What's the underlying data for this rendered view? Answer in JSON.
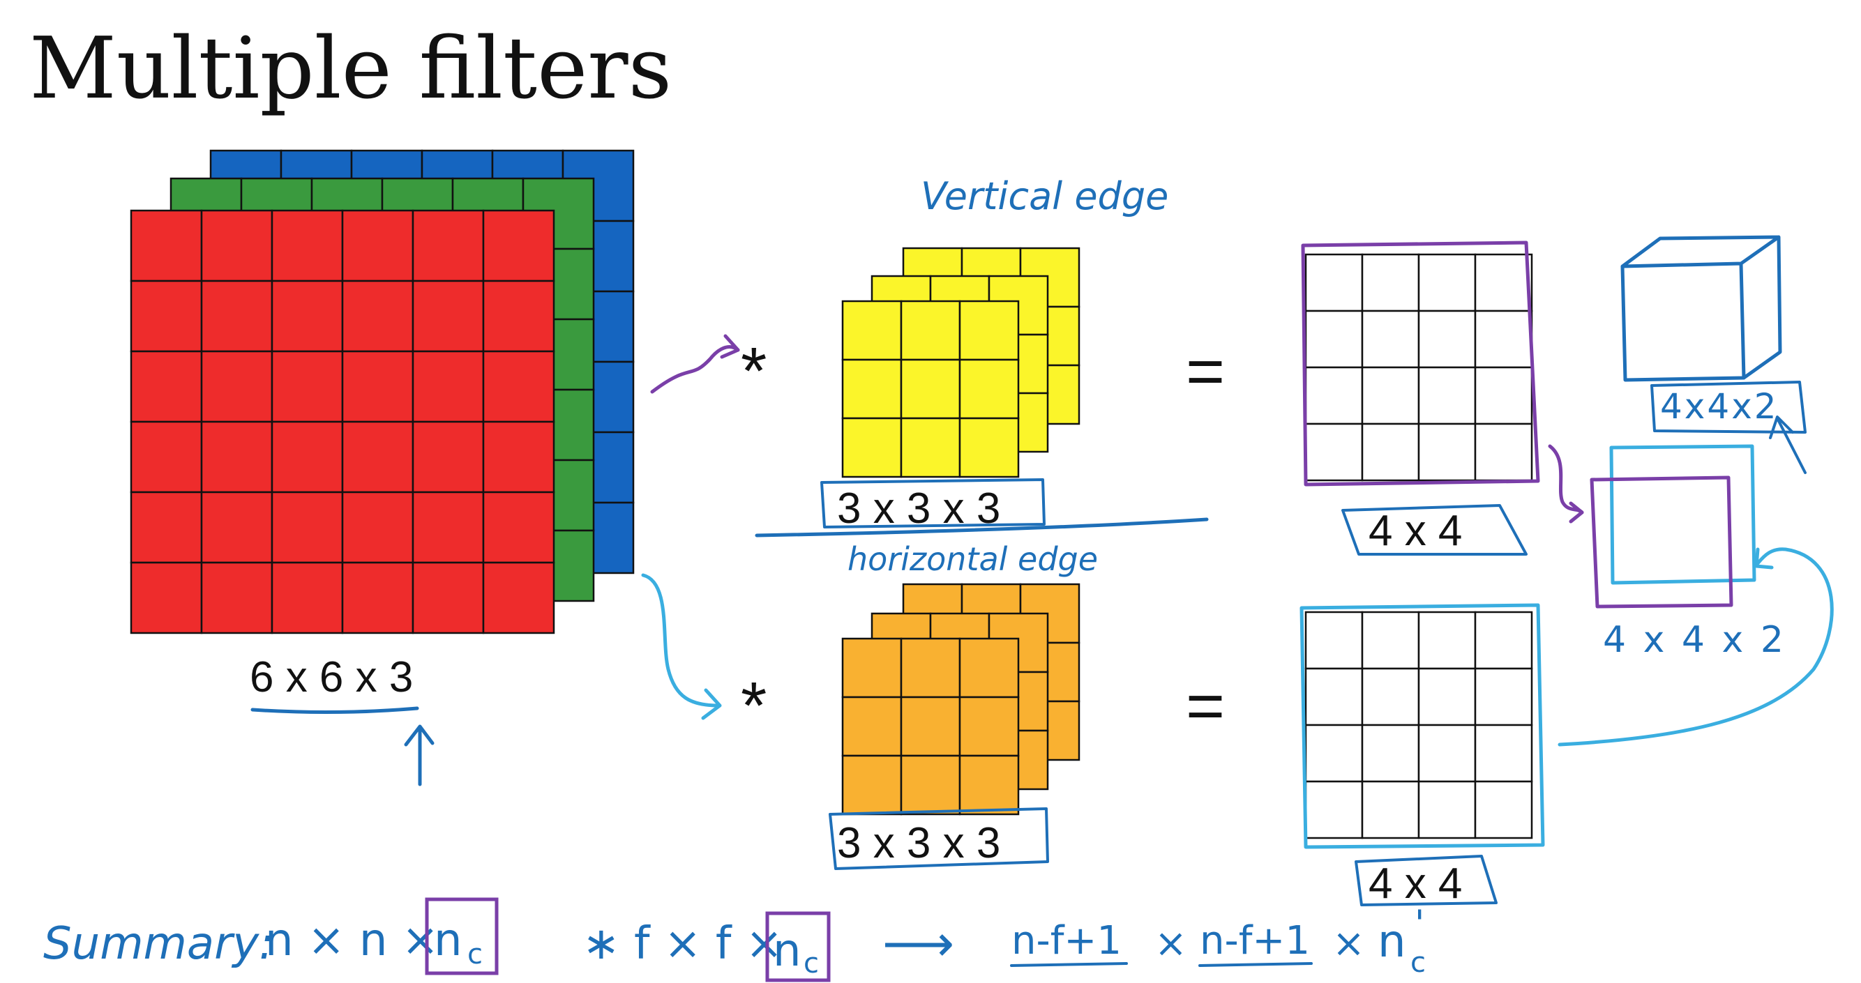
{
  "title": "Multiple filters",
  "labels": {
    "input": "6 x 6 x 3",
    "filter_1": "3 x 3 x 3",
    "filter_2": "3 x 3 x 3",
    "output_1": "4 x 4",
    "output_2": "4 x 4",
    "stacked_output_top": "4x4x2",
    "stacked_output_side": "4 x 4 x 2"
  },
  "handwritten": {
    "filter_1_note": "Vertical edge",
    "filter_2_note": "horizontal edge"
  },
  "operators": {
    "convolve": "*",
    "equals": "="
  },
  "summary": {
    "label": "Summary:",
    "input_dims": "n × n ×",
    "input_channels": "n",
    "input_channels_sub": "c",
    "conv": "∗ f × f ×",
    "filter_channels": "n",
    "filter_channels_sub": "c",
    "arrow": "⟶",
    "out_dim_1": "n-f+1",
    "times_1": "×",
    "out_dim_2": "n-f+1",
    "times_2": "×",
    "out_channels": "n",
    "out_channels_sub": "c",
    "out_channels_prime": "'"
  },
  "grids": {
    "input_rows": 6,
    "input_cols": 6,
    "filter_size": 3,
    "output_size": 4
  },
  "colors": {
    "red_channel": "#ee2c2c",
    "green_channel": "#3a9a3e",
    "blue_channel": "#1565c0",
    "filter_1": "#fbf52a",
    "filter_2": "#f9b131",
    "ink_blue": "#1e6fb8",
    "ink_light_blue": "#3aaee0",
    "ink_purple": "#7a3fa8"
  }
}
